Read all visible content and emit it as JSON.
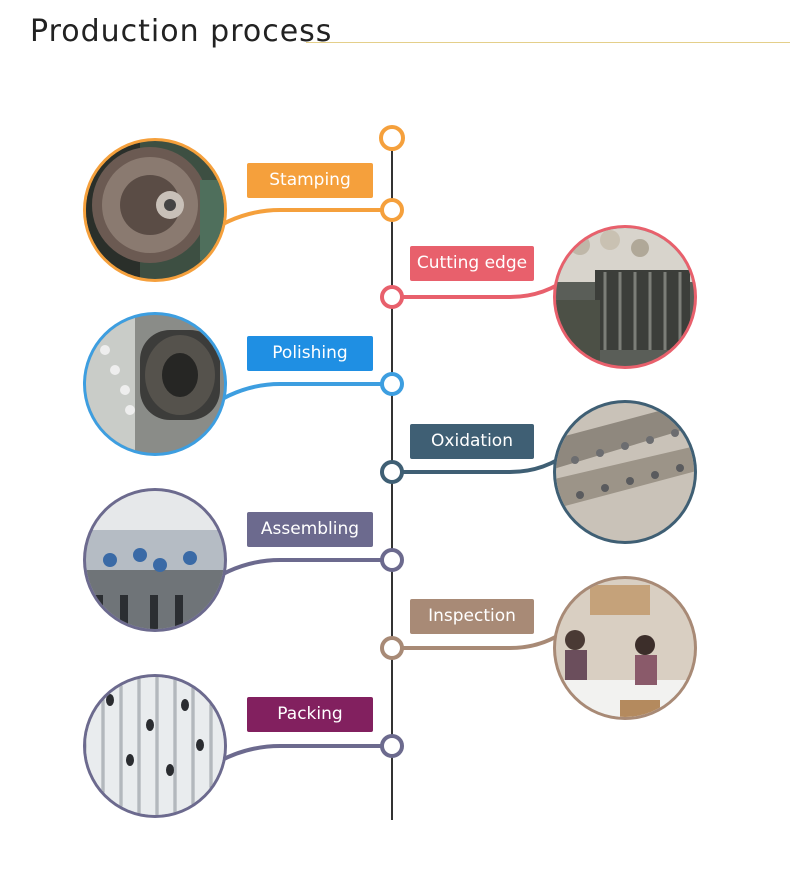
{
  "header": {
    "title": "Production process"
  },
  "steps": [
    {
      "label": "Stamping",
      "color": "#f5a03c",
      "side": "left",
      "photo": "stamping-press-photo"
    },
    {
      "label": "Cutting edge",
      "color": "#e8606c",
      "side": "right",
      "photo": "cutting-machine-photo"
    },
    {
      "label": "Polishing",
      "color": "#3d9ee0",
      "side": "left",
      "photo": "polishing-wheel-photo"
    },
    {
      "label": "Oxidation",
      "color": "#3f5f74",
      "side": "right",
      "photo": "oxidation-line-photo"
    },
    {
      "label": "Assembling",
      "color": "#6c6a8e",
      "side": "left",
      "photo": "assembly-floor-photo"
    },
    {
      "label": "Inspection",
      "color": "#a88a76",
      "side": "right",
      "photo": "inspection-workers-photo"
    },
    {
      "label": "Packing",
      "color": "#82205f",
      "side": "left",
      "photo": "aluminum-tubes-photo"
    }
  ]
}
